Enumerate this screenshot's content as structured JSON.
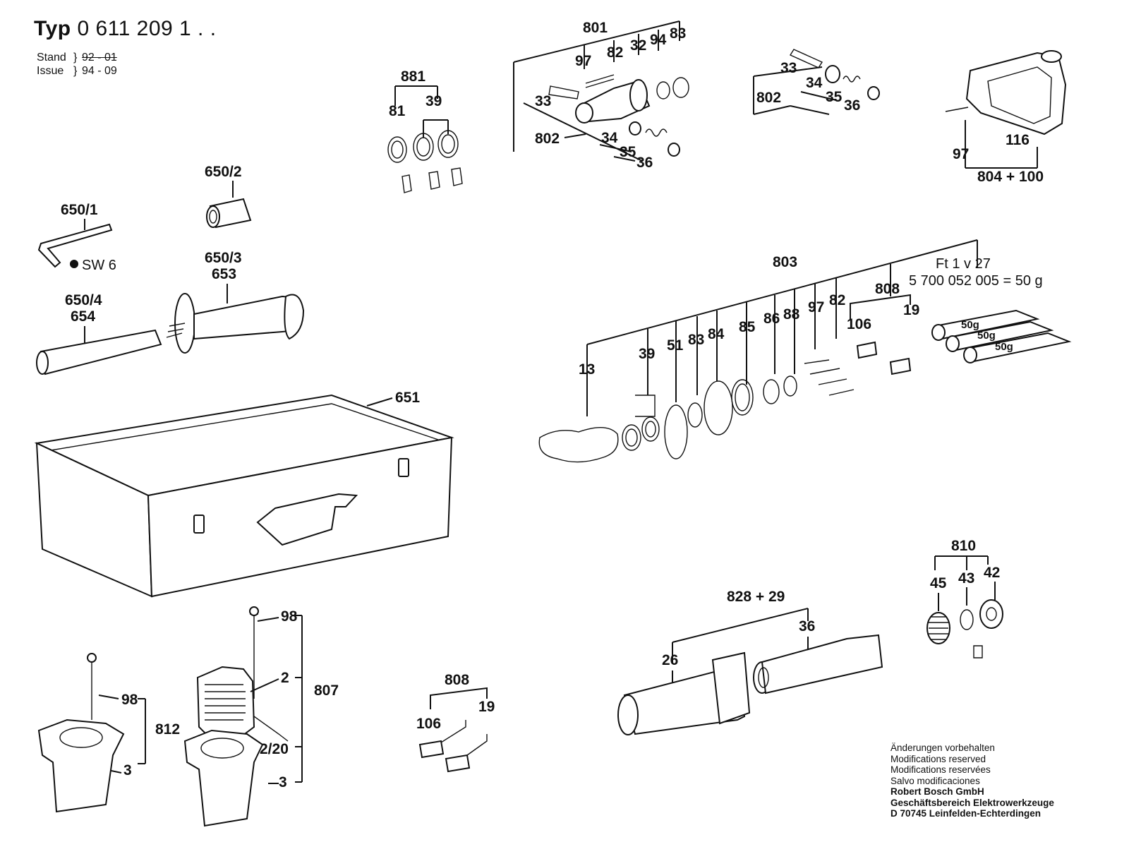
{
  "header": {
    "typ_label": "Typ",
    "typ_number": "0 611 209 1 . .",
    "stand_label": "Stand",
    "stand_value": "92 - 01",
    "issue_label": "Issue",
    "issue_value": "94 - 09"
  },
  "footer": {
    "lines": [
      "Änderungen vorbehalten",
      "Modifications reserved",
      "Modifications reservées",
      "Salvo modificaciones"
    ],
    "company_lines": [
      "Robert Bosch GmbH",
      "Geschäftsbereich Elektrowerkzeuge",
      "D 70745 Leinfelden-Echterdingen"
    ]
  },
  "labels": {
    "g881": "881",
    "p81": "81",
    "p39a": "39",
    "g801": "801",
    "p97a": "97",
    "p82a": "82",
    "p32": "32",
    "p94": "94",
    "p83a": "83",
    "p33a": "33",
    "g802a": "802",
    "p34a": "34",
    "p35a": "35",
    "p36a": "36",
    "p33b": "33",
    "p34b": "34",
    "g802b": "802",
    "p35b": "35",
    "p36b": "36",
    "p97b": "97",
    "p116": "116",
    "g804": "804 + 100",
    "g650_2": "650/2",
    "g650_1": "650/1",
    "sw6": "SW 6",
    "g650_3": "650/3",
    "p653": "653",
    "g650_4": "650/4",
    "p654": "654",
    "g651": "651",
    "g803": "803",
    "ft": "Ft 1 v 27",
    "grease": "5 700 052 005 = 50 g",
    "p13": "13",
    "p39b": "39",
    "p51": "51",
    "p83b": "83",
    "p84": "84",
    "p85": "85",
    "p86": "86",
    "p88": "88",
    "p97c": "97",
    "p82b": "82",
    "g808a": "808",
    "p106a": "106",
    "p19a": "19",
    "g50a": "50g",
    "g50b": "50g",
    "g50c": "50g",
    "g810": "810",
    "p45": "45",
    "p43": "43",
    "p42": "42",
    "g828": "828 + 29",
    "p36c": "36",
    "p26": "26",
    "p98a": "98",
    "g812": "812",
    "p3a": "3",
    "p98b": "98",
    "p2": "2",
    "g807": "807",
    "p2_20": "2/20",
    "p3b": "3",
    "g808b": "808",
    "p106b": "106",
    "p19b": "19"
  }
}
